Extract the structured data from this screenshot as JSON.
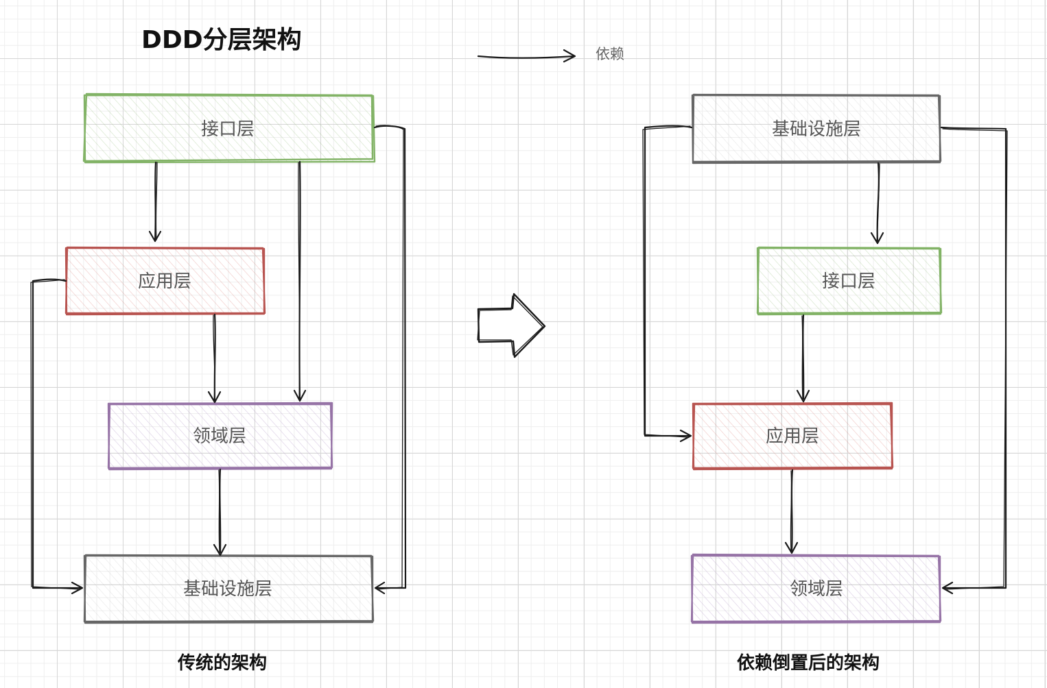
{
  "title": "DDD分层架构",
  "legend": {
    "label": "依赖"
  },
  "left_diagram": {
    "caption": "传统的架构",
    "layers": [
      {
        "label": "接口层",
        "color": "#82b366",
        "fill": "#d5e8d4"
      },
      {
        "label": "应用层",
        "color": "#b85450",
        "fill": "#f8cecc"
      },
      {
        "label": "领域层",
        "color": "#9673a6",
        "fill": "#e1d5e7"
      },
      {
        "label": "基础设施层",
        "color": "#666666",
        "fill": "#f0f0f0"
      }
    ]
  },
  "right_diagram": {
    "caption": "依赖倒置后的架构",
    "layers": [
      {
        "label": "基础设施层",
        "color": "#666666",
        "fill": "#f0f0f0"
      },
      {
        "label": "接口层",
        "color": "#82b366",
        "fill": "#d5e8d4"
      },
      {
        "label": "应用层",
        "color": "#b85450",
        "fill": "#f8cecc"
      },
      {
        "label": "领域层",
        "color": "#9673a6",
        "fill": "#e1d5e7"
      }
    ]
  },
  "transform_arrow": {
    "icon": "right-arrow-icon"
  }
}
